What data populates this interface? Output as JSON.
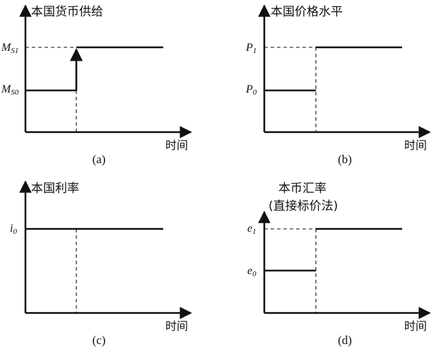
{
  "panels": [
    {
      "id": "a",
      "y_title": "本国货币供给",
      "x_title": "时间",
      "caption": "(a)",
      "ticks": [
        {
          "main": "M",
          "sub": "S1",
          "level": "high"
        },
        {
          "main": "M",
          "sub": "S0",
          "level": "low"
        }
      ],
      "path": "step-up",
      "arrow": true
    },
    {
      "id": "b",
      "y_title": "本国价格水平",
      "x_title": "时间",
      "caption": "(b)",
      "ticks": [
        {
          "main": "P",
          "sub": "1",
          "level": "high"
        },
        {
          "main": "P",
          "sub": "0",
          "level": "low"
        }
      ],
      "path": "step-gap",
      "arrow": false
    },
    {
      "id": "c",
      "y_title": "本国利率",
      "x_title": "时间",
      "caption": "(c)",
      "ticks": [
        {
          "main": "i",
          "sub": "0",
          "level": "flat"
        }
      ],
      "path": "flat",
      "arrow": false
    },
    {
      "id": "d",
      "y_title": "本币汇率",
      "y_title2": "(直接标价法)",
      "x_title": "时间",
      "caption": "(d)",
      "ticks": [
        {
          "main": "e",
          "sub": "1",
          "level": "high"
        },
        {
          "main": "e",
          "sub": "0",
          "level": "low"
        }
      ],
      "path": "step-gap",
      "arrow": false
    }
  ]
}
